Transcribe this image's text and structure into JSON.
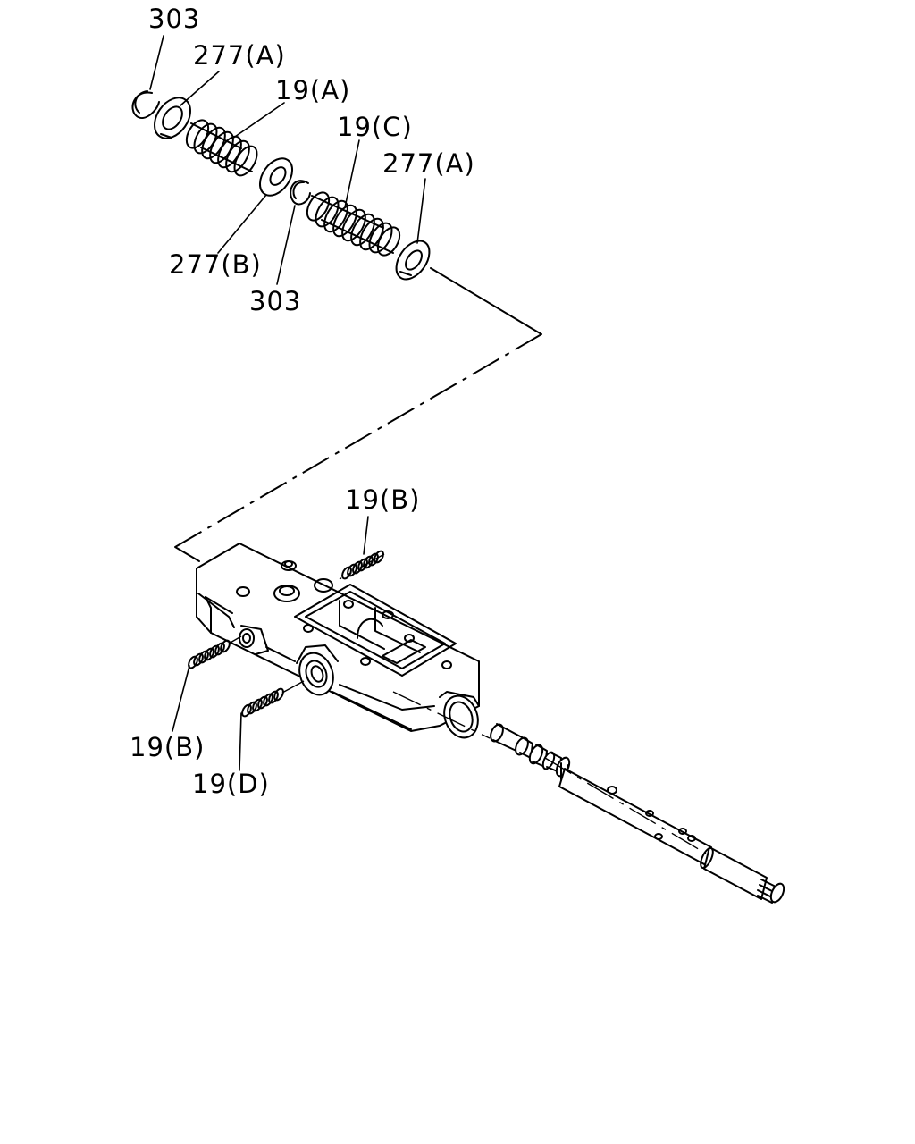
{
  "labels": {
    "snap_ring_top": "303",
    "retainer_a_top": "277(A)",
    "spring_a": "19(A)",
    "spring_c": "19(C)",
    "retainer_a_right": "277(A)",
    "retainer_b": "277(B)",
    "snap_ring_mid": "303",
    "spring_b_upper": "19(B)",
    "spring_b_lower": "19(B)",
    "spring_d": "19(D)"
  }
}
